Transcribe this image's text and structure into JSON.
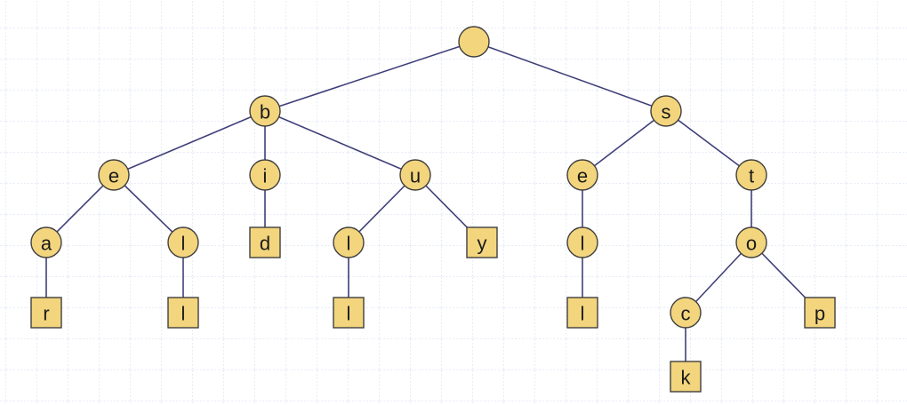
{
  "diagram": {
    "type": "trie",
    "colors": {
      "node_fill": "#f3d57d",
      "node_stroke": "#3f3f3f",
      "edge": "#40407a",
      "grid": "#cfd8ec"
    },
    "nodes": [
      {
        "id": "root",
        "label": "",
        "shape": "circle"
      },
      {
        "id": "b",
        "label": "b",
        "shape": "circle",
        "parent": "root"
      },
      {
        "id": "s",
        "label": "s",
        "shape": "circle",
        "parent": "root"
      },
      {
        "id": "be",
        "label": "e",
        "shape": "circle",
        "parent": "b"
      },
      {
        "id": "bi",
        "label": "i",
        "shape": "circle",
        "parent": "b"
      },
      {
        "id": "bu",
        "label": "u",
        "shape": "circle",
        "parent": "b"
      },
      {
        "id": "se",
        "label": "e",
        "shape": "circle",
        "parent": "s"
      },
      {
        "id": "st",
        "label": "t",
        "shape": "circle",
        "parent": "s"
      },
      {
        "id": "bea",
        "label": "a",
        "shape": "circle",
        "parent": "be"
      },
      {
        "id": "bel",
        "label": "l",
        "shape": "circle",
        "parent": "be"
      },
      {
        "id": "bid",
        "label": "d",
        "shape": "square",
        "parent": "bi"
      },
      {
        "id": "bul",
        "label": "l",
        "shape": "circle",
        "parent": "bu"
      },
      {
        "id": "buy",
        "label": "y",
        "shape": "square",
        "parent": "bu"
      },
      {
        "id": "sel",
        "label": "l",
        "shape": "circle",
        "parent": "se"
      },
      {
        "id": "sto",
        "label": "o",
        "shape": "circle",
        "parent": "st"
      },
      {
        "id": "bear",
        "label": "r",
        "shape": "square",
        "parent": "bea"
      },
      {
        "id": "bell",
        "label": "l",
        "shape": "square",
        "parent": "bel"
      },
      {
        "id": "bull",
        "label": "l",
        "shape": "square",
        "parent": "bul"
      },
      {
        "id": "sell",
        "label": "l",
        "shape": "square",
        "parent": "sel"
      },
      {
        "id": "stoc",
        "label": "c",
        "shape": "circle",
        "parent": "sto"
      },
      {
        "id": "stop",
        "label": "p",
        "shape": "square",
        "parent": "sto"
      },
      {
        "id": "stock",
        "label": "k",
        "shape": "square",
        "parent": "stoc"
      }
    ]
  }
}
